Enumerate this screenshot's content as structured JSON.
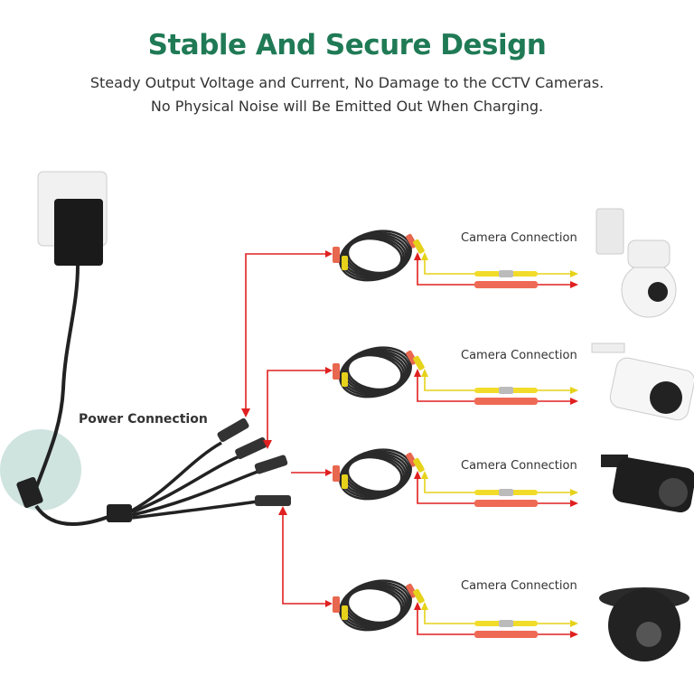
{
  "header": {
    "title": "Stable And Secure Design",
    "subtitle_line1": "Steady Output Voltage and Current, No Damage to the CCTV Cameras.",
    "subtitle_line2": "No Physical Noise will Be Emitted Out When Charging."
  },
  "diagram": {
    "power_label": "Power Connection",
    "rows": [
      {
        "label": "Camera Connection",
        "camera": "ptz-dome-camera"
      },
      {
        "label": "Camera Connection",
        "camera": "white-bullet-camera"
      },
      {
        "label": "Camera Connection",
        "camera": "black-bullet-camera"
      },
      {
        "label": "Camera Connection",
        "camera": "black-dome-camera"
      }
    ]
  },
  "colors": {
    "title": "#1f7a55",
    "arrow_red": "#e02020",
    "arrow_yellow": "#e6d21a",
    "highlight": "#cfe3df"
  }
}
